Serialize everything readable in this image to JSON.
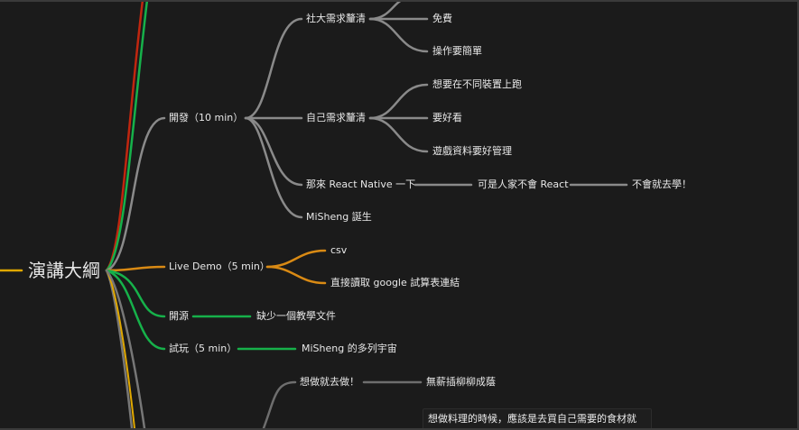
{
  "colors": {
    "background": "#1b1b1b",
    "text": "#e8e8e8",
    "gray_branch": "#8a8a8a",
    "orange_branch": "#d98a14",
    "green_branch": "#16b14a",
    "red_branch": "#c0260f",
    "yellow_branch": "#e0a800"
  },
  "root": {
    "label": "演講大綱"
  },
  "branches": [
    {
      "label": "開發（10 min）",
      "color": "gray",
      "children": [
        {
          "label": "社大需求釐清",
          "children": [
            {
              "label": "免費"
            },
            {
              "label": "操作要簡單"
            }
          ]
        },
        {
          "label": "自己需求釐清",
          "children": [
            {
              "label": "想要在不同裝置上跑"
            },
            {
              "label": "要好看"
            },
            {
              "label": "遊戲資料要好管理"
            }
          ]
        },
        {
          "label": "那來 React Native 一下",
          "children": [
            {
              "label": "可是人家不會 React",
              "children": [
                {
                  "label": "不會就去學！"
                }
              ]
            }
          ]
        },
        {
          "label": "MiSheng 誕生"
        }
      ]
    },
    {
      "label": "Live Demo（5 min）",
      "color": "orange",
      "children": [
        {
          "label": "csv"
        },
        {
          "label": "直接讀取 google 試算表連結"
        }
      ]
    },
    {
      "label": "開源",
      "color": "green",
      "children": [
        {
          "label": "缺少一個教學文件"
        }
      ]
    },
    {
      "label": "試玩（5 min）",
      "color": "green",
      "children": [
        {
          "label": "MiSheng 的多列宇宙"
        }
      ]
    },
    {
      "label": "",
      "color": "gray",
      "children": [
        {
          "label": "想做就去做！",
          "children": [
            {
              "label": "無薪插柳柳成蔭"
            }
          ]
        }
      ]
    }
  ],
  "note": {
    "text": "想做料理的時候，應該是去買自己需要的食材就"
  }
}
